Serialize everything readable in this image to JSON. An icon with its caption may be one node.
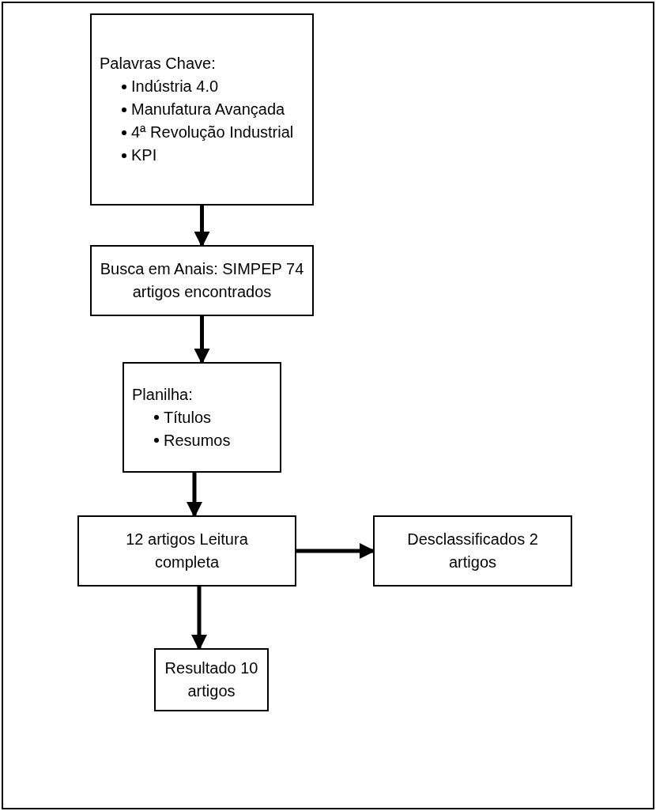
{
  "diagram": {
    "nodes": [
      {
        "text": [
          "Palavras Chave:",
          "Indústria 4.0",
          "Manufatura Avançada",
          "4ª Revolução Industrial",
          "KPI"
        ]
      },
      {
        "text": [
          "Busca em Anais: SIMPEP 74 artigos encontrados"
        ]
      },
      {
        "text": [
          "Planilha:",
          "Títulos",
          "Resumos"
        ]
      },
      {
        "text": [
          "12 artigos Leitura completa"
        ]
      },
      {
        "text": [
          "Desclassificados 2 artigos"
        ]
      },
      {
        "text": [
          "Resultado 10 artigos"
        ]
      }
    ],
    "edges": [
      {
        "from": 0,
        "to": 1,
        "arrow": "to"
      },
      {
        "from": 1,
        "to": 2,
        "arrow": "to"
      },
      {
        "from": 2,
        "to": 3,
        "arrow": "to"
      },
      {
        "from": 3,
        "to": 4,
        "arrow": "to"
      },
      {
        "from": 3,
        "to": 5,
        "arrow": "to"
      }
    ]
  }
}
